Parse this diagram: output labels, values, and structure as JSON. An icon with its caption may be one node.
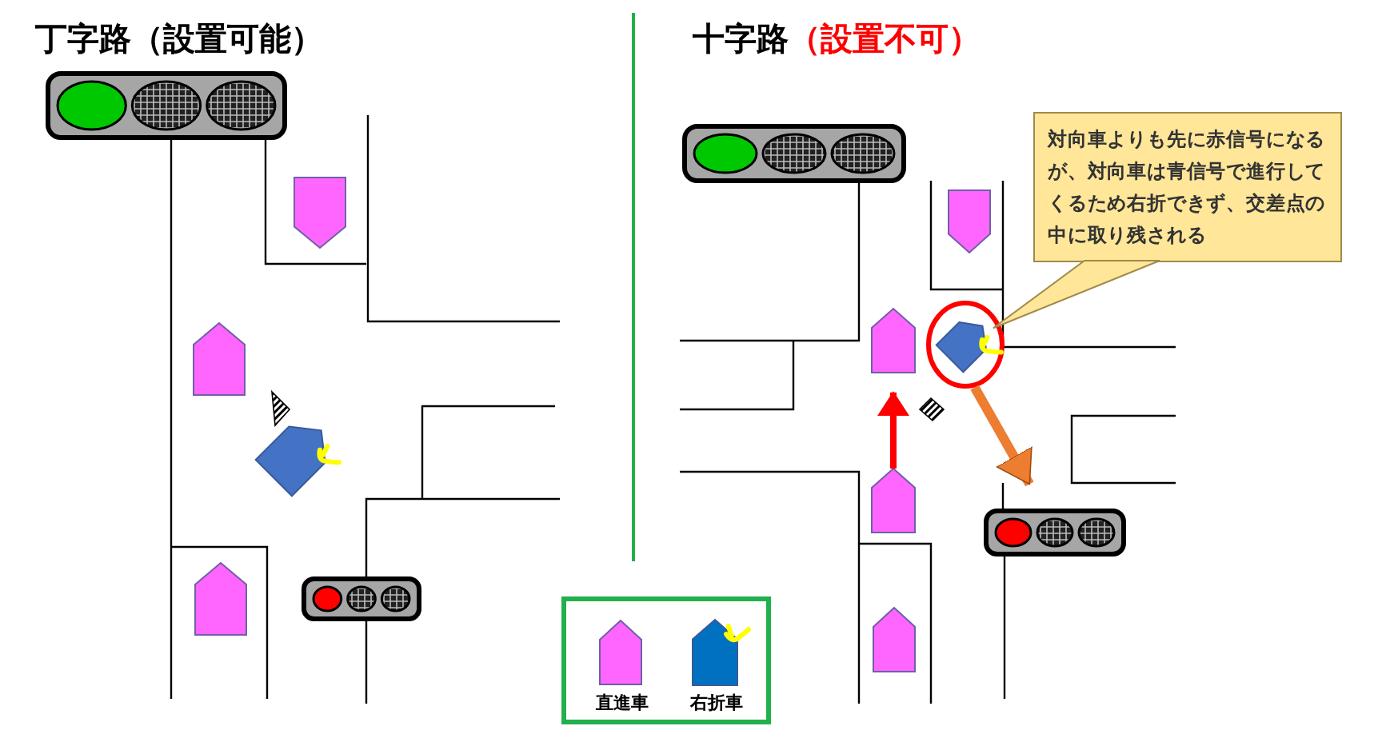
{
  "diagram": {
    "nodes": [
      {
        "text": [
          "対向車よりも先に赤信号になるが、対向車は青信号で進行してくるため右折できず、交差点の中に取り残される"
        ]
      },
      {
        "text": [],
        "shape": "circle"
      },
      {
        "text": [],
        "shape": "car",
        "in": 1
      },
      {
        "text": [],
        "shape": "signal"
      },
      {
        "text": [],
        "shape": "car"
      },
      {
        "text": [],
        "shape": "car"
      }
    ],
    "edges": [
      {
        "from": 0,
        "to": 2,
        "arrow": "none"
      },
      {
        "from": 1,
        "to": 3,
        "arrow": "to",
        "color": "#ed7d31"
      },
      {
        "from": 5,
        "to": 4,
        "arrow": "to",
        "color": "#ff0000"
      }
    ],
    "labels": [
      "丁字路（設置可能）",
      "十字路",
      "（設置不可）"
    ],
    "legend": [
      {
        "text": "直進車"
      },
      {
        "text": "右折車"
      }
    ]
  }
}
